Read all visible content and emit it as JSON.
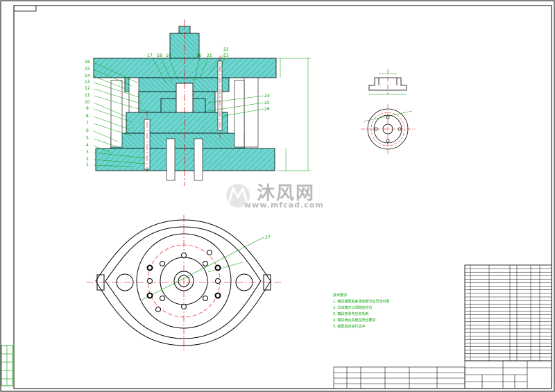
{
  "drawing": {
    "title_tag": "",
    "watermark": {
      "brand": "沐风网",
      "url": "www.mfcad.com"
    },
    "tech_notes": {
      "heading": "技术要求:",
      "lines": [
        "1. 模具装配后各活动部分应灵活可靠",
        "2. 凸凹模刃口间隙应均匀",
        "3. 模具各零件应去毛刺",
        "4. 模具闭合高度应符合要求",
        "5. 装配后应进行试冲"
      ]
    },
    "part_labels_left": [
      "16",
      "15",
      "14",
      "13",
      "12",
      "11",
      "10",
      "9",
      "8",
      "7",
      "6",
      "5",
      "4",
      "3",
      "2",
      "1"
    ],
    "part_labels_top": [
      "17",
      "18",
      "19",
      "20",
      "21",
      "22",
      "23"
    ],
    "part_labels_right": [
      "24",
      "25",
      "26"
    ],
    "plan_label": "27",
    "colors": {
      "border": "#000000",
      "cyan_fill": "#5fd0c8",
      "cyan_hatch": "#2aa79f",
      "red_line": "#e00000",
      "green_line": "#00a000",
      "cyan_line": "#00a8a8",
      "blue_line": "#0000ff",
      "watermark": "#b9b9b9"
    }
  }
}
